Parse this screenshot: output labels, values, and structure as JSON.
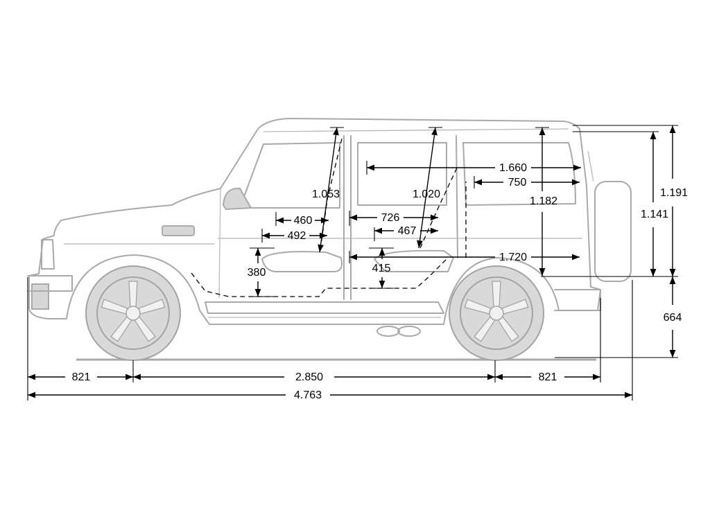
{
  "dimensions": {
    "front_overhang": "821",
    "wheelbase": "2.850",
    "rear_overhang": "821",
    "overall_length": "4.763",
    "overall_height": "1.191",
    "body_height": "1.141",
    "ground_height": "664",
    "cargo_height": "1.182",
    "cargo_length_upper": "1.660",
    "cargo_length_mid": "750",
    "cargo_length_floor": "1.720",
    "front_headroom": "1.053",
    "rear_headroom": "1.020",
    "front_seat_depth": "460",
    "front_seat_length": "492",
    "rear_seat_depth": "726",
    "rear_seat_length": "467",
    "front_seat_height": "380",
    "rear_seat_height": "415"
  }
}
